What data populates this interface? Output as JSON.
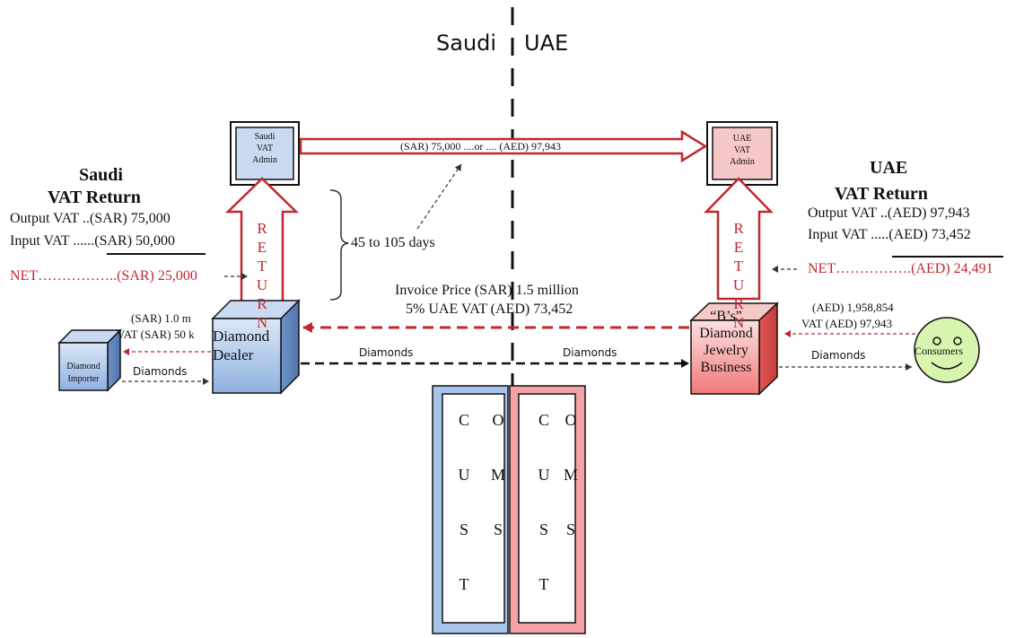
{
  "regions": {
    "left": "Saudi",
    "right": "UAE"
  },
  "saudi_admin": {
    "line1": "Saudi",
    "line2": "VAT",
    "line3": "Admin"
  },
  "uae_admin": {
    "line1": "UAE",
    "line2": "VAT",
    "line3": "Admin"
  },
  "transfer_label": "(SAR) 75,000 ....or .... (AED) 97,943",
  "saudi_return": {
    "title1": "Saudi",
    "title2": "VAT Return",
    "output": "Output VAT ..(SAR) 75,000",
    "input": "Input VAT ......(SAR) 50,000",
    "net": "NET……………..(SAR) 25,000"
  },
  "uae_return": {
    "title1": "UAE",
    "title2": "VAT Return",
    "output": "Output VAT ..(AED) 97,943",
    "input": "Input VAT .....(AED) 73,452",
    "net": "NET…………….(AED) 24,491"
  },
  "return_letters": [
    "R",
    "E",
    "T",
    "U",
    "R",
    "N"
  ],
  "days_label": "45 to 105 days",
  "invoice": {
    "line1": "Invoice Price (SAR) 1.5 million",
    "line2": "5% UAE VAT (AED) 73,452"
  },
  "importer_payment": {
    "line1": "(SAR) 1.0 m",
    "line2": "VAT (SAR) 50 k"
  },
  "consumer_payment": {
    "line1": "(AED) 1,958,854",
    "line2": "VAT (AED) 97,943"
  },
  "flows": {
    "importer_to_dealer": "Diamonds",
    "dealer_to_border": "Diamonds",
    "border_to_business": "Diamonds",
    "business_to_consumers": "Diamonds"
  },
  "entities": {
    "importer": {
      "line1": "Diamond",
      "line2": "Importer"
    },
    "dealer": {
      "line1": "Diamond",
      "line2": "Dealer"
    },
    "business": {
      "line0": "“B’s”",
      "line1": "Diamond",
      "line2": "Jewelry",
      "line3": "Business"
    },
    "consumers": "Consumers"
  },
  "customs": {
    "col1": [
      "C",
      "U",
      "S",
      "T"
    ],
    "col2": [
      "O",
      "M",
      "S"
    ]
  },
  "colors": {
    "saudi_blue": "#a9c4ea",
    "uae_red": "#f3a3a3",
    "arrow_red": "#c0282e",
    "smiley": "#d8f5b0"
  }
}
